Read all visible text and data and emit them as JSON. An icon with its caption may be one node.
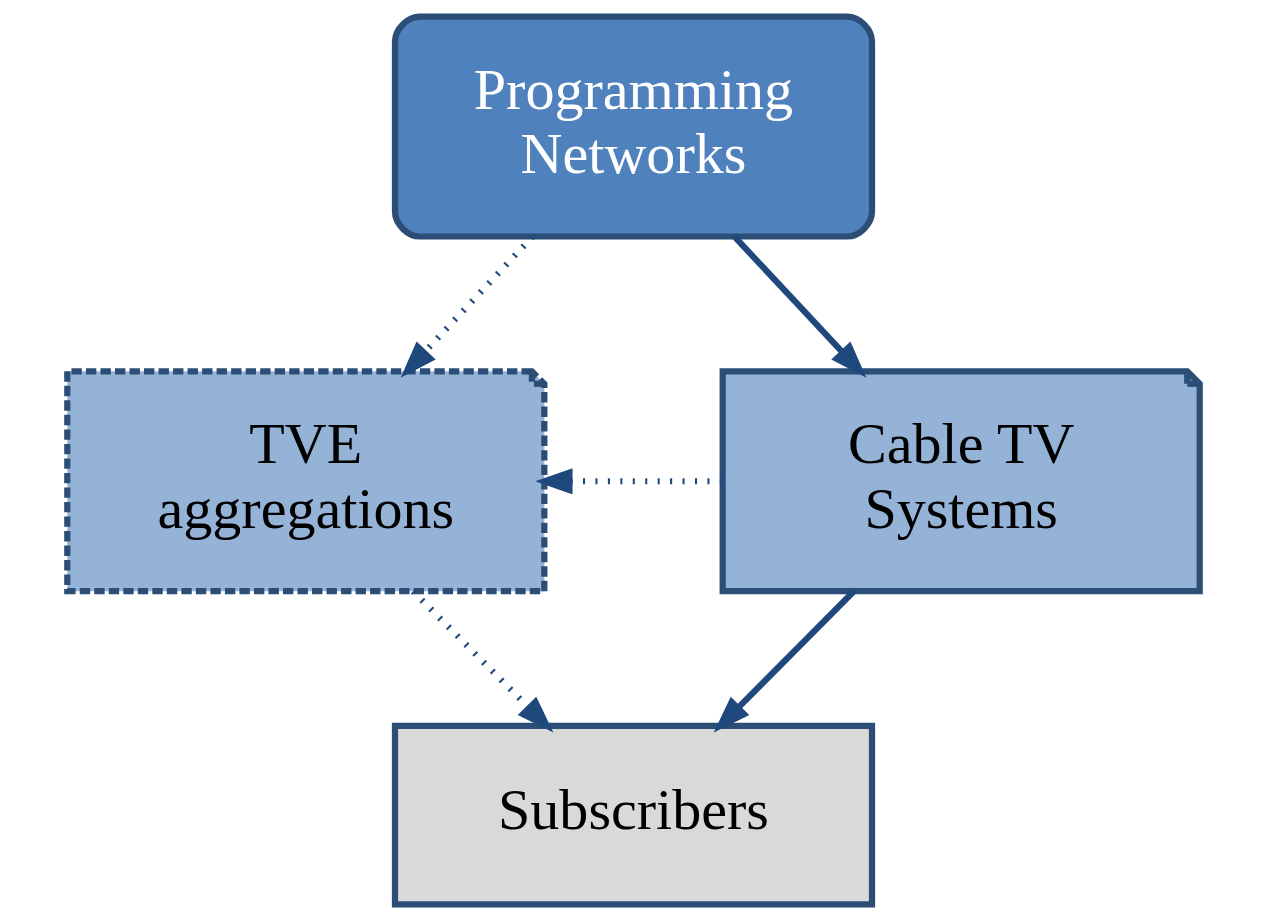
{
  "diagram": {
    "nodes": [
      {
        "text": [
          "Programming Networks"
        ]
      },
      {
        "text": [
          "TVE aggregations"
        ]
      },
      {
        "text": [
          "Cable TV Systems"
        ]
      },
      {
        "text": [
          "Subscribers"
        ]
      }
    ],
    "edges": [
      {
        "from": 0,
        "to": 1,
        "arrow": "to",
        "style": "dashed"
      },
      {
        "from": 0,
        "to": 2,
        "arrow": "to"
      },
      {
        "from": 2,
        "to": 1,
        "arrow": "to",
        "style": "dashed"
      },
      {
        "from": 2,
        "to": 3,
        "arrow": "to"
      },
      {
        "from": 1,
        "to": 3,
        "arrow": "to",
        "style": "dashed"
      }
    ]
  }
}
